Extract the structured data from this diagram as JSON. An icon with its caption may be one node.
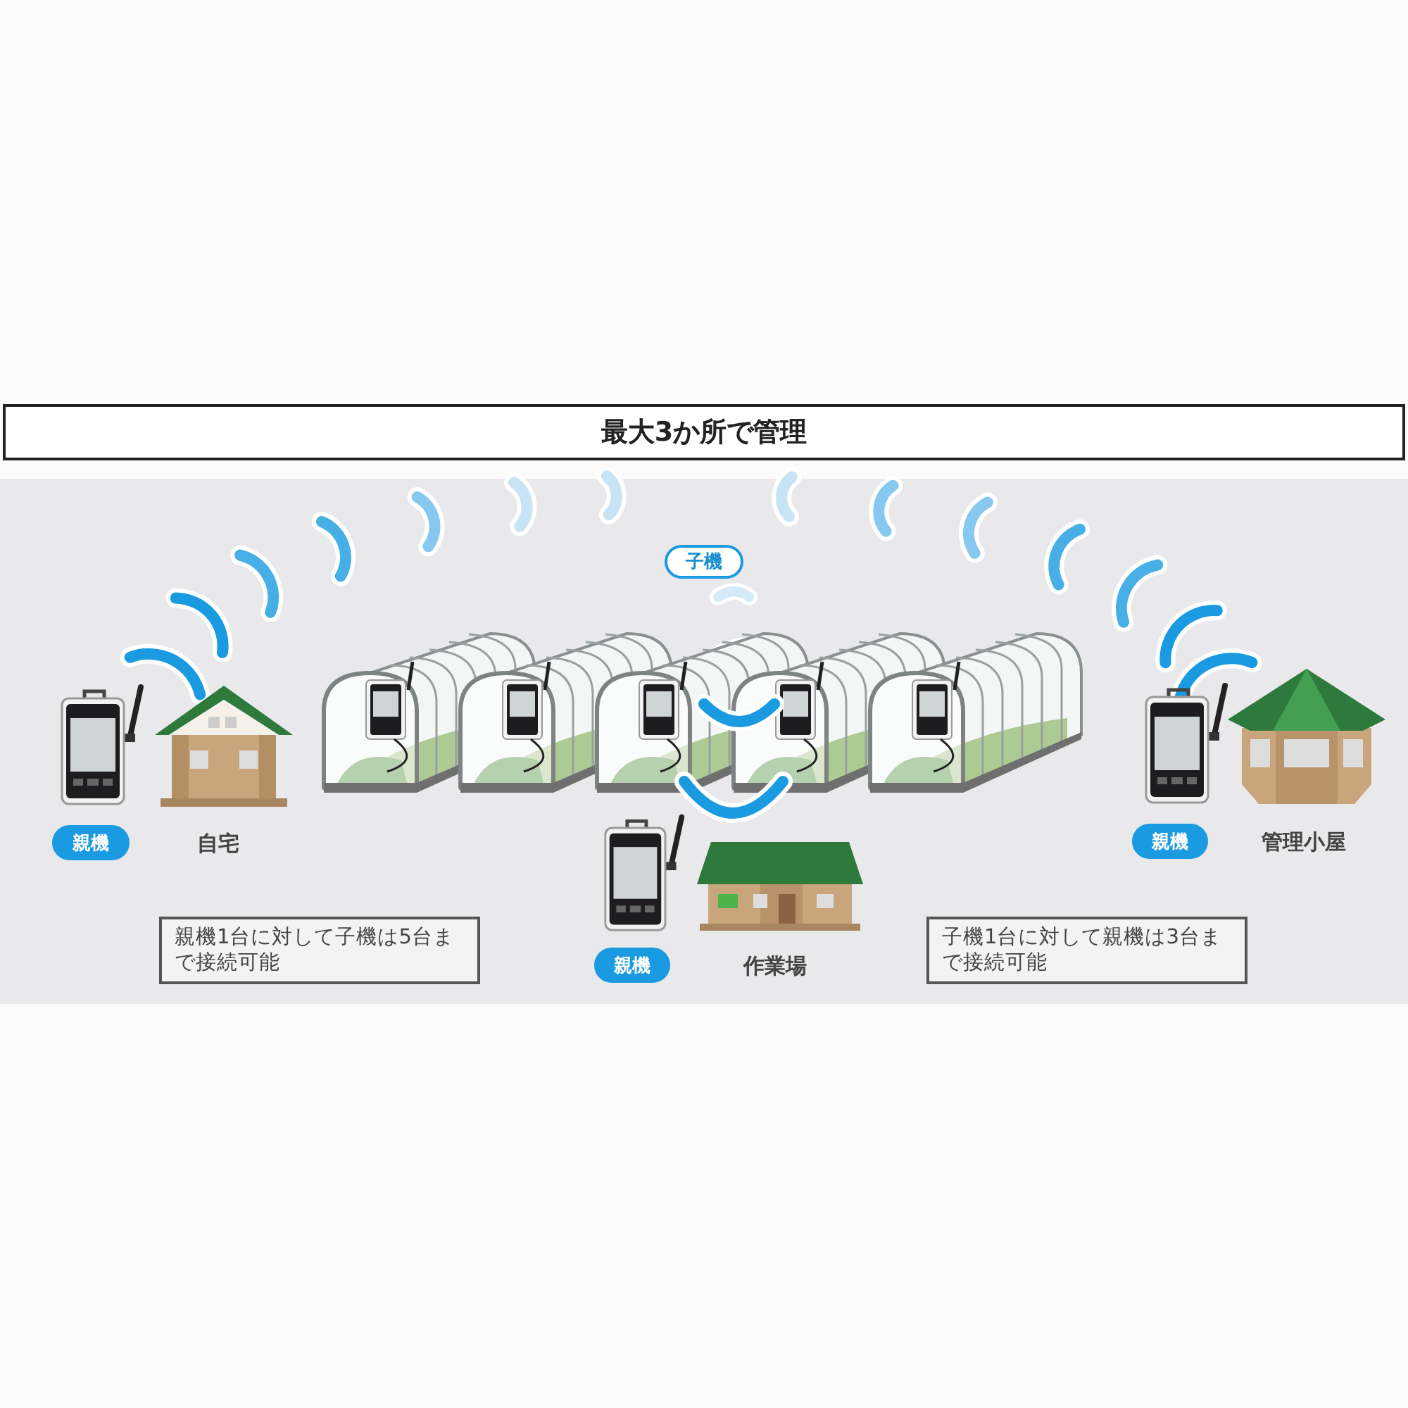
{
  "diagram": {
    "title": "最大3か所で管理",
    "nodes": [
      {
        "text": [
          "子機"
        ]
      },
      {
        "text": [
          "親機"
        ]
      },
      {
        "text": [
          "親機"
        ]
      },
      {
        "text": [
          "親機"
        ]
      },
      {
        "text": [
          "親機1台に対して子機は5台まで接続可能"
        ]
      },
      {
        "text": [
          "子機1台に対して親機は3台まで接続可能"
        ]
      }
    ],
    "labels": [
      "自宅",
      "作業場",
      "管理小屋"
    ]
  }
}
